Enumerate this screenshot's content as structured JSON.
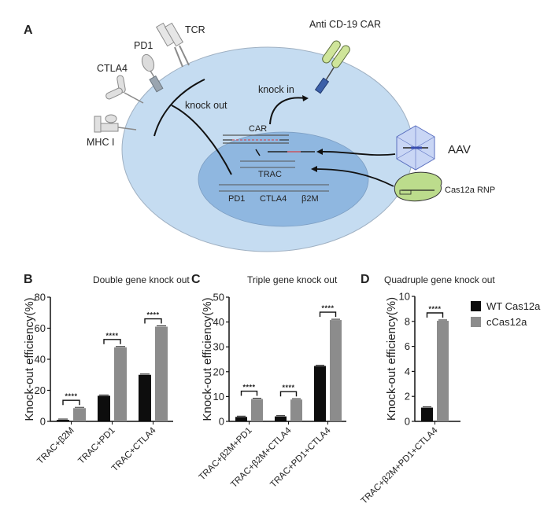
{
  "panel_a": {
    "panel_label": "A",
    "labels": {
      "tcr": "TCR",
      "pd1": "PD1",
      "ctla4": "CTLA4",
      "mhc": "MHC I",
      "knock_out": "knock out",
      "knock_in": "knock in",
      "anti_cd19_car": "Anti CD-19 CAR",
      "aav": "AAV",
      "cas12a_rnp": "Cas12a RNP",
      "car": "CAR",
      "trac": "TRAC",
      "gene_pd1": "PD1",
      "gene_ctla4": "CTLA4",
      "gene_b2m": "β2M"
    },
    "colors": {
      "cell": "#c5dcf1",
      "nucleus": "#8fb7e0",
      "car_domain": "#cfe59a",
      "car_tm": "#3b5fa8",
      "cas12a": "#bcdc8c",
      "aav": "#c9d6f5",
      "insert": "#c7555f"
    }
  },
  "legend": {
    "items": [
      {
        "label": "WT Cas12a",
        "color": "#0d0d0d"
      },
      {
        "label": "cCas12a",
        "color": "#8c8c8c"
      }
    ]
  },
  "chart_data": [
    {
      "panel_label": "B",
      "type": "bar",
      "title": "Double gene knock out",
      "xlabel": "",
      "ylabel": "Knock-out efficiency(%)",
      "ylim": [
        0,
        80
      ],
      "yticks": [
        "0",
        "20",
        "40",
        "60",
        "80"
      ],
      "categories": [
        "TRAC+β2M",
        "TRAC+PD1",
        "TRAC+CTLA4"
      ],
      "series": [
        {
          "name": "WT Cas12a",
          "values": [
            1.0,
            16.5,
            30.0
          ]
        },
        {
          "name": "cCas12a",
          "values": [
            8.5,
            47.7,
            61.0
          ]
        }
      ],
      "significance": [
        "****",
        "****",
        "****"
      ]
    },
    {
      "panel_label": "C",
      "type": "bar",
      "title": "Triple gene knock out",
      "xlabel": "",
      "ylabel": "Knock-out efficiency(%)",
      "ylim": [
        0,
        50
      ],
      "yticks": [
        "0",
        "10",
        "20",
        "30",
        "40",
        "50"
      ],
      "categories": [
        "TRAC+β2M+PD1",
        "TRAC+β2M+CTLA4",
        "TRAC+PD1+CTLA4"
      ],
      "series": [
        {
          "name": "WT Cas12a",
          "values": [
            1.8,
            2.0,
            22.3
          ]
        },
        {
          "name": "cCas12a",
          "values": [
            9.0,
            8.8,
            40.8
          ]
        }
      ],
      "significance": [
        "****",
        "****",
        "****"
      ]
    },
    {
      "panel_label": "D",
      "type": "bar",
      "title": "Quadruple gene knock out",
      "xlabel": "",
      "ylabel": "Knock-out efficiency(%)",
      "ylim": [
        0,
        10
      ],
      "yticks": [
        "0",
        "2",
        "4",
        "6",
        "8",
        "10"
      ],
      "categories": [
        "TRAC+β2M+PD1+CTLA4"
      ],
      "series": [
        {
          "name": "WT Cas12a",
          "values": [
            1.1
          ]
        },
        {
          "name": "cCas12a",
          "values": [
            8.05
          ]
        }
      ],
      "significance": [
        "****"
      ],
      "legend": "right"
    }
  ]
}
